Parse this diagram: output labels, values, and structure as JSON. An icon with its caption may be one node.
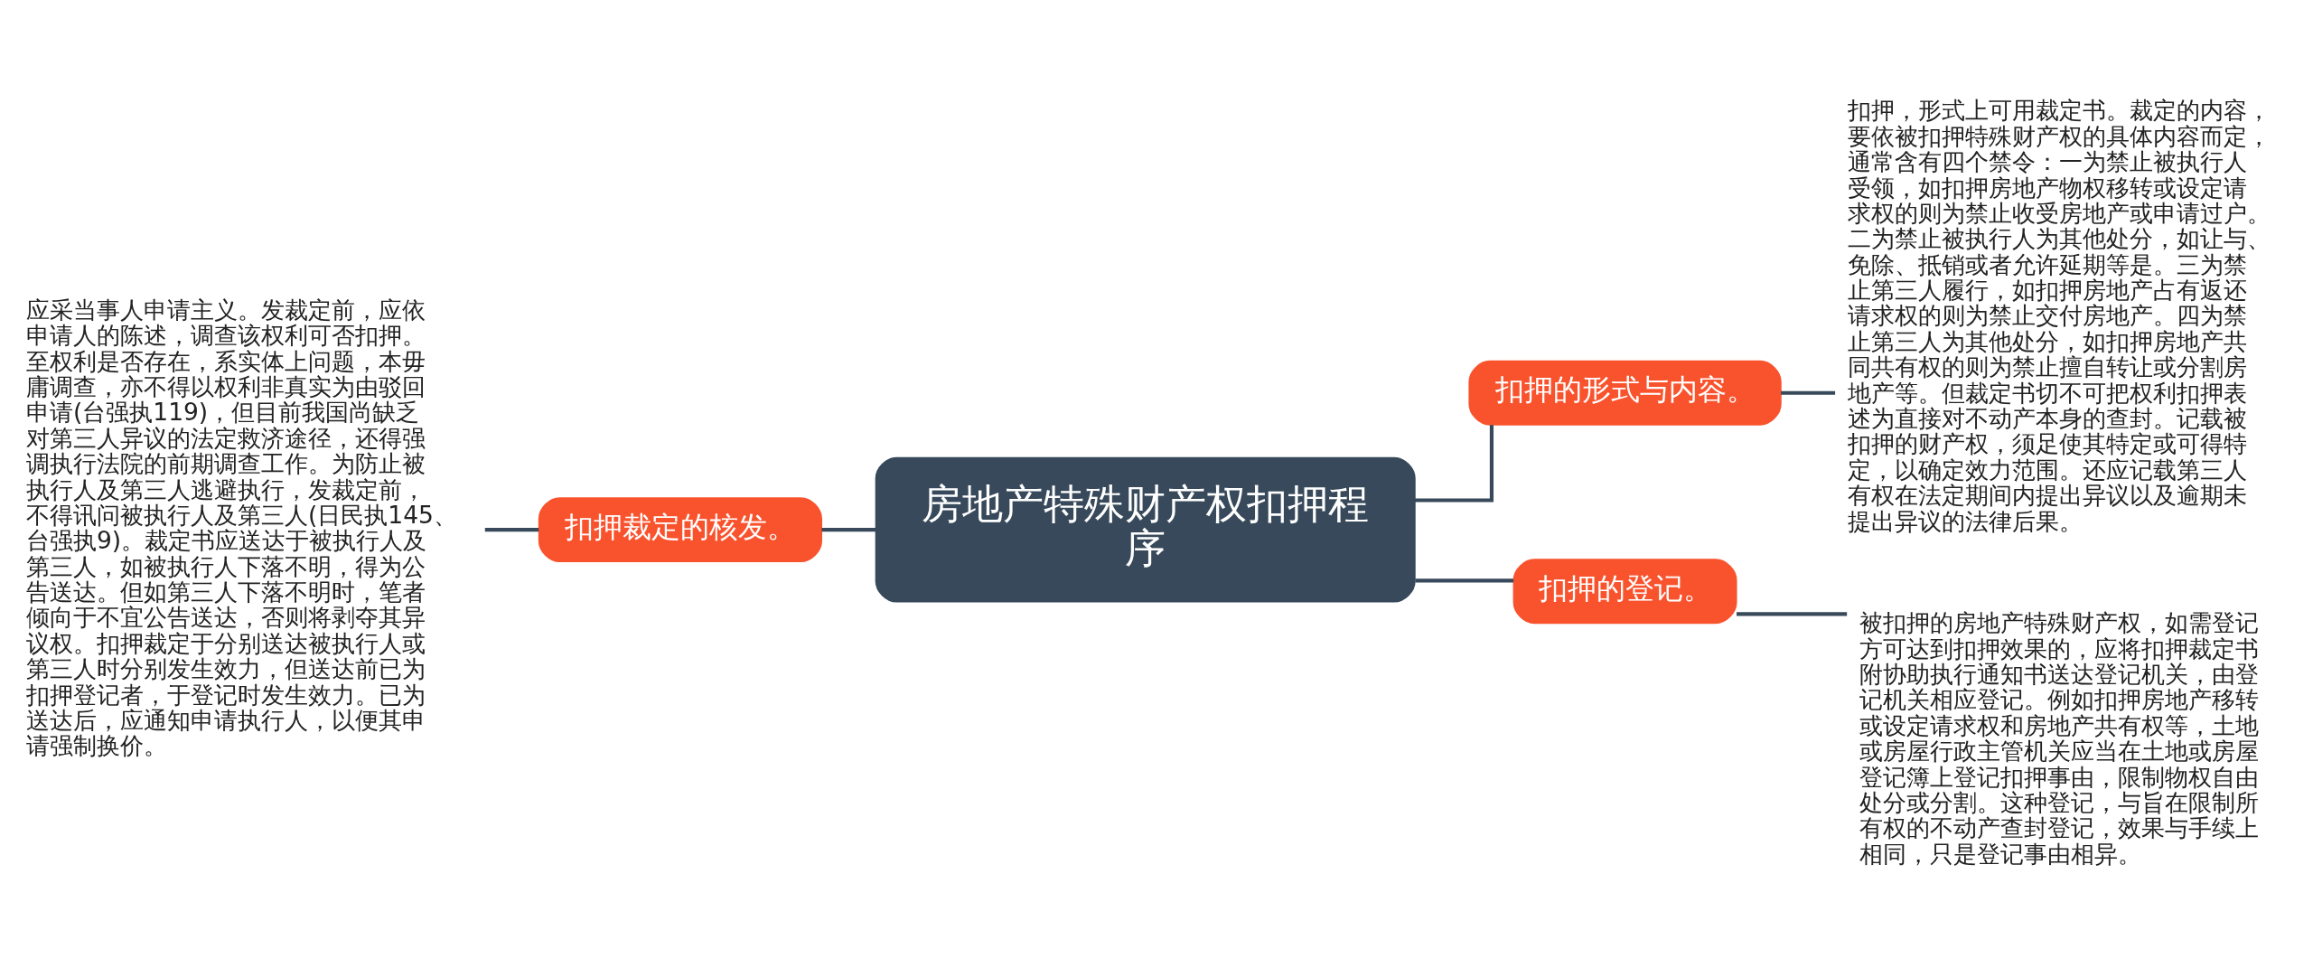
{
  "diagram": {
    "nodes": [
      {
        "text": [
          "房地产特殊财产权扣押程序"
        ]
      },
      {
        "text": [
          "扣押的形式与内容。"
        ]
      },
      {
        "text": [
          "扣押，形式上可用裁定书。裁定的内容，要依被扣押特殊财产权的具体内容而定，通常含有四个禁令：一为禁止被执行人受领，如扣押房地产物权移转或设定请求权的则为禁止收受房地产或申请过户。二为禁止被执行人为其他处分，如让与、免除、抵销或者允许延期等是。三为禁止第三人履行，如扣押房地产占有返还请求权的则为禁止交付房地产。四为禁止第三人为其他处分，如扣押房地产共同共有权的则为禁止擅自转让或分割房地产等。但裁定书切不可把权利扣押表述为直接对不动产本身的查封。记载被扣押的财产权，须足使其特定或可得特定，以确定效力范围。还应记载第三人有权在法定期间内提出异议以及逾期未提出异议的法律后果。"
        ]
      },
      {
        "text": [
          "扣押的登记。"
        ]
      },
      {
        "text": [
          "被扣押的房地产特殊财产权，如需登记方可达到扣押效果的，应将扣押裁定书附协助执行通知书送达登记机关，由登记机关相应登记。例如扣押房地产移转或设定请求权和房地产共有权等，土地或房屋行政主管机关应当在土地或房屋登记簿上登记扣押事由，限制物权自由处分或分割。这种登记，与旨在限制所有权的不动产查封登记，效果与手续上相同，只是登记事由相异。"
        ]
      },
      {
        "text": [
          "扣押裁定的核发。"
        ]
      },
      {
        "text": [
          "应采当事人申请主义。发裁定前，应依申请人的陈述，调查该权利可否扣押。至权利是否存在，系实体上问题，本毋庸调查，亦不得以权利非真实为由驳回申请(台强执119)，但目前我国尚缺乏对第三人异议的法定救济途径，还得强调执行法院的前期调查工作。为防止被执行人及第三人逃避执行，发裁定前，不得讯问被执行人及第三人(日民执145、台强执9)。裁定书应送达于被执行人及第三人，如被执行人下落不明，得为公告送达。但如第三人下落不明时，笔者倾向于不宜公告送达，否则将剥夺其异议权。扣押裁定于分别送达被执行人或第三人时分别发生效力，但送达前已为扣押登记者，于登记时发生效力。已为送达后，应通知申请执行人，以便其申请强制换价。"
        ]
      }
    ],
    "edges": [
      {
        "from": 0,
        "to": 1,
        "arrow": "none"
      },
      {
        "from": 1,
        "to": 2,
        "arrow": "none"
      },
      {
        "from": 0,
        "to": 3,
        "arrow": "none"
      },
      {
        "from": 3,
        "to": 4,
        "arrow": "none"
      },
      {
        "from": 0,
        "to": 5,
        "arrow": "none"
      },
      {
        "from": 5,
        "to": 6,
        "arrow": "none"
      }
    ]
  }
}
